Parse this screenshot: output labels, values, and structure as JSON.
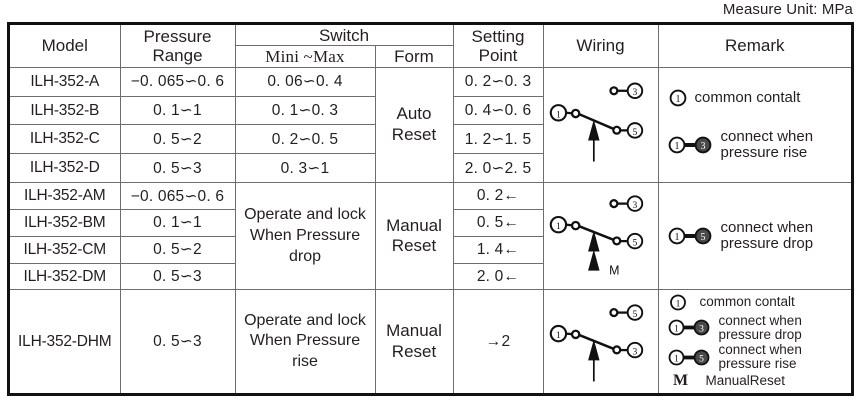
{
  "caption": {
    "measure_unit": "Measure Unit: MPa"
  },
  "header": {
    "model": "Model",
    "pressure_range_l1": "Pressure",
    "pressure_range_l2": "Range",
    "switch": "Switch",
    "mini_max": "Mini ~Max",
    "form": "Form",
    "setting_point_l1": "Setting",
    "setting_point_l2": "Point",
    "wiring": "Wiring",
    "remark": "Remark"
  },
  "groups": [
    {
      "id": "auto-reset-group",
      "form_l1": "Auto",
      "form_l2": "Reset",
      "wiring_variant": "single-arrow-3top-5bottom",
      "rows": [
        {
          "model": "ILH-352-A",
          "pressure_range": "−0. 065∽0. 6",
          "mini_max": "0. 06∽0. 4",
          "setting_point": "0. 2∽0. 3"
        },
        {
          "model": "ILH-352-B",
          "pressure_range": "0. 1∽1",
          "mini_max": "0. 1∽0. 3",
          "setting_point": "0. 4∽0. 6"
        },
        {
          "model": "ILH-352-C",
          "pressure_range": "0. 5∽2",
          "mini_max": "0. 2∽0. 5",
          "setting_point": "1. 2∽1. 5"
        },
        {
          "model": "ILH-352-D",
          "pressure_range": "0. 5∽3",
          "mini_max": "0. 3∽1",
          "setting_point": "2. 0∽2. 5"
        }
      ],
      "remark_lines": [
        {
          "terminals": "1",
          "text_l1": "common contalt",
          "text_l2": ""
        },
        {
          "terminals": "1-3",
          "text_l1": "connect when",
          "text_l2": "pressure rise"
        }
      ]
    },
    {
      "id": "manual-reset-drop-group",
      "form_l1": "Manual",
      "form_l2": "Reset",
      "mini_max_merged_l1": "Operate and lock",
      "mini_max_merged_l2": "When Pressure",
      "mini_max_merged_l3": "drop",
      "wiring_variant": "double-arrow-M-3top-5bottom",
      "rows": [
        {
          "model": "ILH-352-AM",
          "pressure_range": "−0. 065∽0. 6",
          "setting_point": "0. 2←"
        },
        {
          "model": "ILH-352-BM",
          "pressure_range": "0. 1∽1",
          "setting_point": "0. 5←"
        },
        {
          "model": "ILH-352-CM",
          "pressure_range": "0. 5∽2",
          "setting_point": "1. 4←"
        },
        {
          "model": "ILH-352-DM",
          "pressure_range": "0. 5∽3",
          "setting_point": "2. 0←"
        }
      ],
      "remark_lines": [
        {
          "terminals": "1-5",
          "text_l1": "connect when",
          "text_l2": "pressure drop"
        }
      ]
    },
    {
      "id": "manual-reset-rise-group",
      "form_l1": "Manual",
      "form_l2": "Reset",
      "mini_max_merged_l1": "Operate and lock",
      "mini_max_merged_l2": "When Pressure",
      "mini_max_merged_l3": "rise",
      "wiring_variant": "single-arrow-5top-3bottom",
      "rows": [
        {
          "model": "ILH-352-DHM",
          "pressure_range": "0. 5∽3",
          "setting_point": "→2"
        }
      ],
      "remark_lines": [
        {
          "terminals": "1",
          "text_l1": "common contalt",
          "text_l2": ""
        },
        {
          "terminals": "1-3",
          "text_l1": "connect when",
          "text_l2": "pressure drop"
        },
        {
          "terminals": "1-5",
          "text_l1": "connect when",
          "text_l2": "pressure rise"
        }
      ],
      "legend": {
        "symbol": "M",
        "text": "ManualReset"
      }
    }
  ]
}
